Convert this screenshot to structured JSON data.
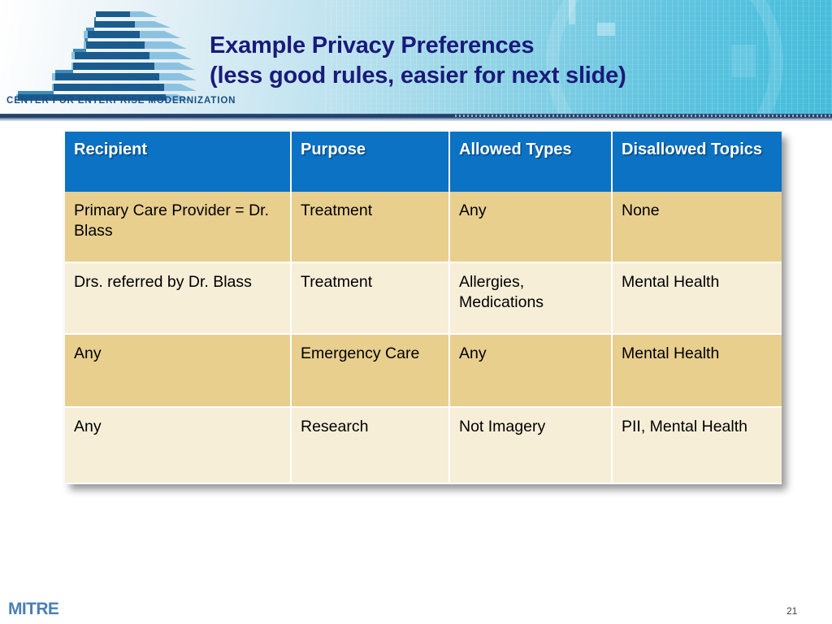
{
  "slide": {
    "title_line1": "Example Privacy Preferences",
    "title_line2": "(less good rules, easier for next slide)",
    "page_number": "21",
    "title_color": "#1a1a7a"
  },
  "branding": {
    "cem_caption": "CENTER FOR ENTERPRISE MODERNIZATION",
    "cem_logo_icon": "stairs-logo-icon",
    "mitre_wordmark": "MITRE",
    "mitre_color": "#4a7fb5",
    "accent_blue": "#0b72c4",
    "header_gradient_start": "#ffffff",
    "header_gradient_end": "#45bcdb"
  },
  "table": {
    "row_color_dark": "#e8cf8e",
    "row_color_light": "#f7eed8",
    "header_bg": "#0b72c4",
    "columns": [
      "Recipient",
      "Purpose",
      "Allowed Types",
      "Disallowed Topics"
    ],
    "rows": [
      {
        "recipient": "Primary Care Provider = Dr. Blass",
        "purpose": "Treatment",
        "allowed_types": "Any",
        "disallowed_topics": "None"
      },
      {
        "recipient": "Drs. referred by Dr. Blass",
        "purpose": "Treatment",
        "allowed_types": "Allergies, Medications",
        "disallowed_topics": "Mental Health"
      },
      {
        "recipient": "Any",
        "purpose": "Emergency Care",
        "allowed_types": "Any",
        "disallowed_topics": "Mental Health"
      },
      {
        "recipient": "Any",
        "purpose": "Research",
        "allowed_types": "Not Imagery",
        "disallowed_topics": "PII, Mental Health"
      }
    ]
  }
}
